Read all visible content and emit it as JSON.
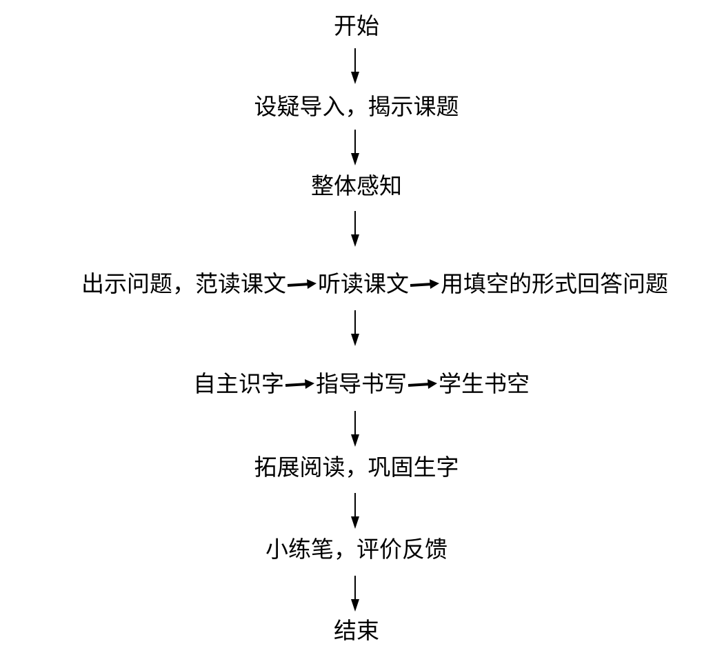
{
  "flow": {
    "start": "开始",
    "step1": "设疑导入，揭示课题",
    "step2": "整体感知",
    "step3": [
      "出示问题，范读课文",
      "听读课文",
      "用填空的形式回答问题"
    ],
    "step4": [
      "自主识字",
      "指导书写",
      "学生书空"
    ],
    "step5": "拓展阅读，巩固生字",
    "step6": "小练笔，评价反馈",
    "end": "结束"
  }
}
